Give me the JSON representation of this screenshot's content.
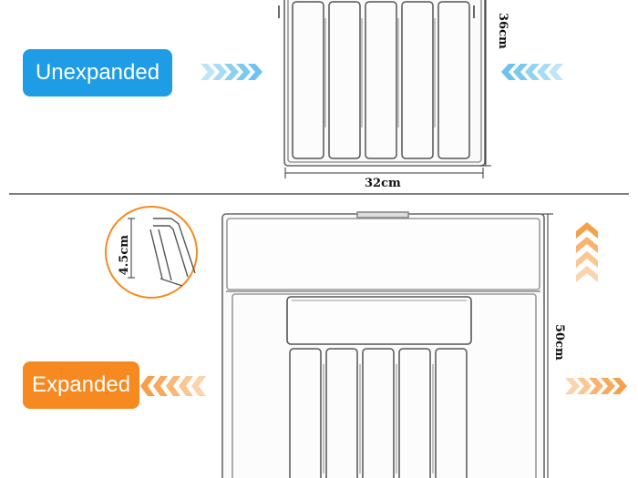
{
  "unexpanded": {
    "label": "Unexpanded",
    "color": "#1e9de6",
    "width_label": "32cm",
    "height_label": "36cm"
  },
  "expanded": {
    "label": "Expanded",
    "color": "#f6891f",
    "depth_label": "50cm",
    "wall_label": "4.5cm"
  },
  "colors": {
    "arrow_blue": "#6ec3ee",
    "arrow_orange": "#f6a04a",
    "divider": "#333333"
  },
  "icons": [
    "chevron-right-icon",
    "chevron-left-icon",
    "chevron-up-icon",
    "magnifier-circle-icon"
  ]
}
